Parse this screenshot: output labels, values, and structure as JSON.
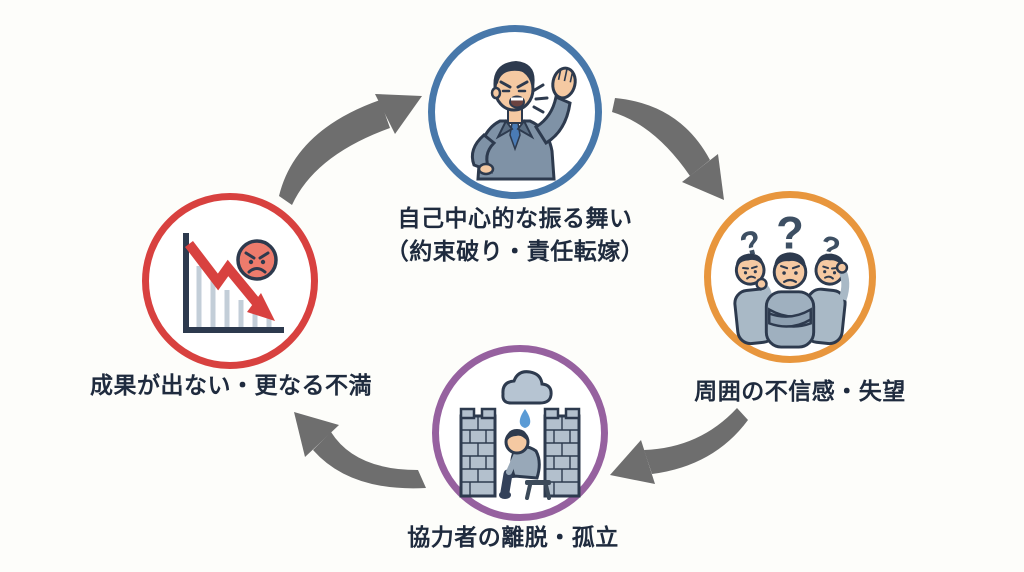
{
  "diagram": {
    "kind": "negative-feedback-cycle",
    "background_color": "#fdfdfa",
    "text_color": "#1f2b3e",
    "arrow_color": "#6e6e6e",
    "nodes": [
      {
        "id": "self-centered-behavior",
        "position": "top",
        "label_line1": "自己中心的な振る舞い",
        "label_line2": "（約束破り・責任転嫁）",
        "ring_color": "#4878aa",
        "icon": "angry-businessman-icon"
      },
      {
        "id": "distrust-of-others",
        "position": "right",
        "label": "周囲の不信感・失望",
        "ring_color": "#e8963d",
        "icon": "confused-people-icon"
      },
      {
        "id": "isolation",
        "position": "bottom",
        "label": "協力者の離脱・孤立",
        "ring_color": "#96619f",
        "icon": "isolated-person-icon"
      },
      {
        "id": "no-results",
        "position": "left",
        "label": "成果が出ない・更なる不満",
        "ring_color": "#d8413f",
        "icon": "declining-chart-icon"
      }
    ],
    "arrows": [
      {
        "id": "arrow-left-to-top",
        "from": "no-results",
        "to": "self-centered-behavior"
      },
      {
        "id": "arrow-top-to-right",
        "from": "self-centered-behavior",
        "to": "distrust-of-others"
      },
      {
        "id": "arrow-right-to-bottom",
        "from": "distrust-of-others",
        "to": "isolation"
      },
      {
        "id": "arrow-bottom-to-left",
        "from": "isolation",
        "to": "no-results"
      }
    ]
  }
}
